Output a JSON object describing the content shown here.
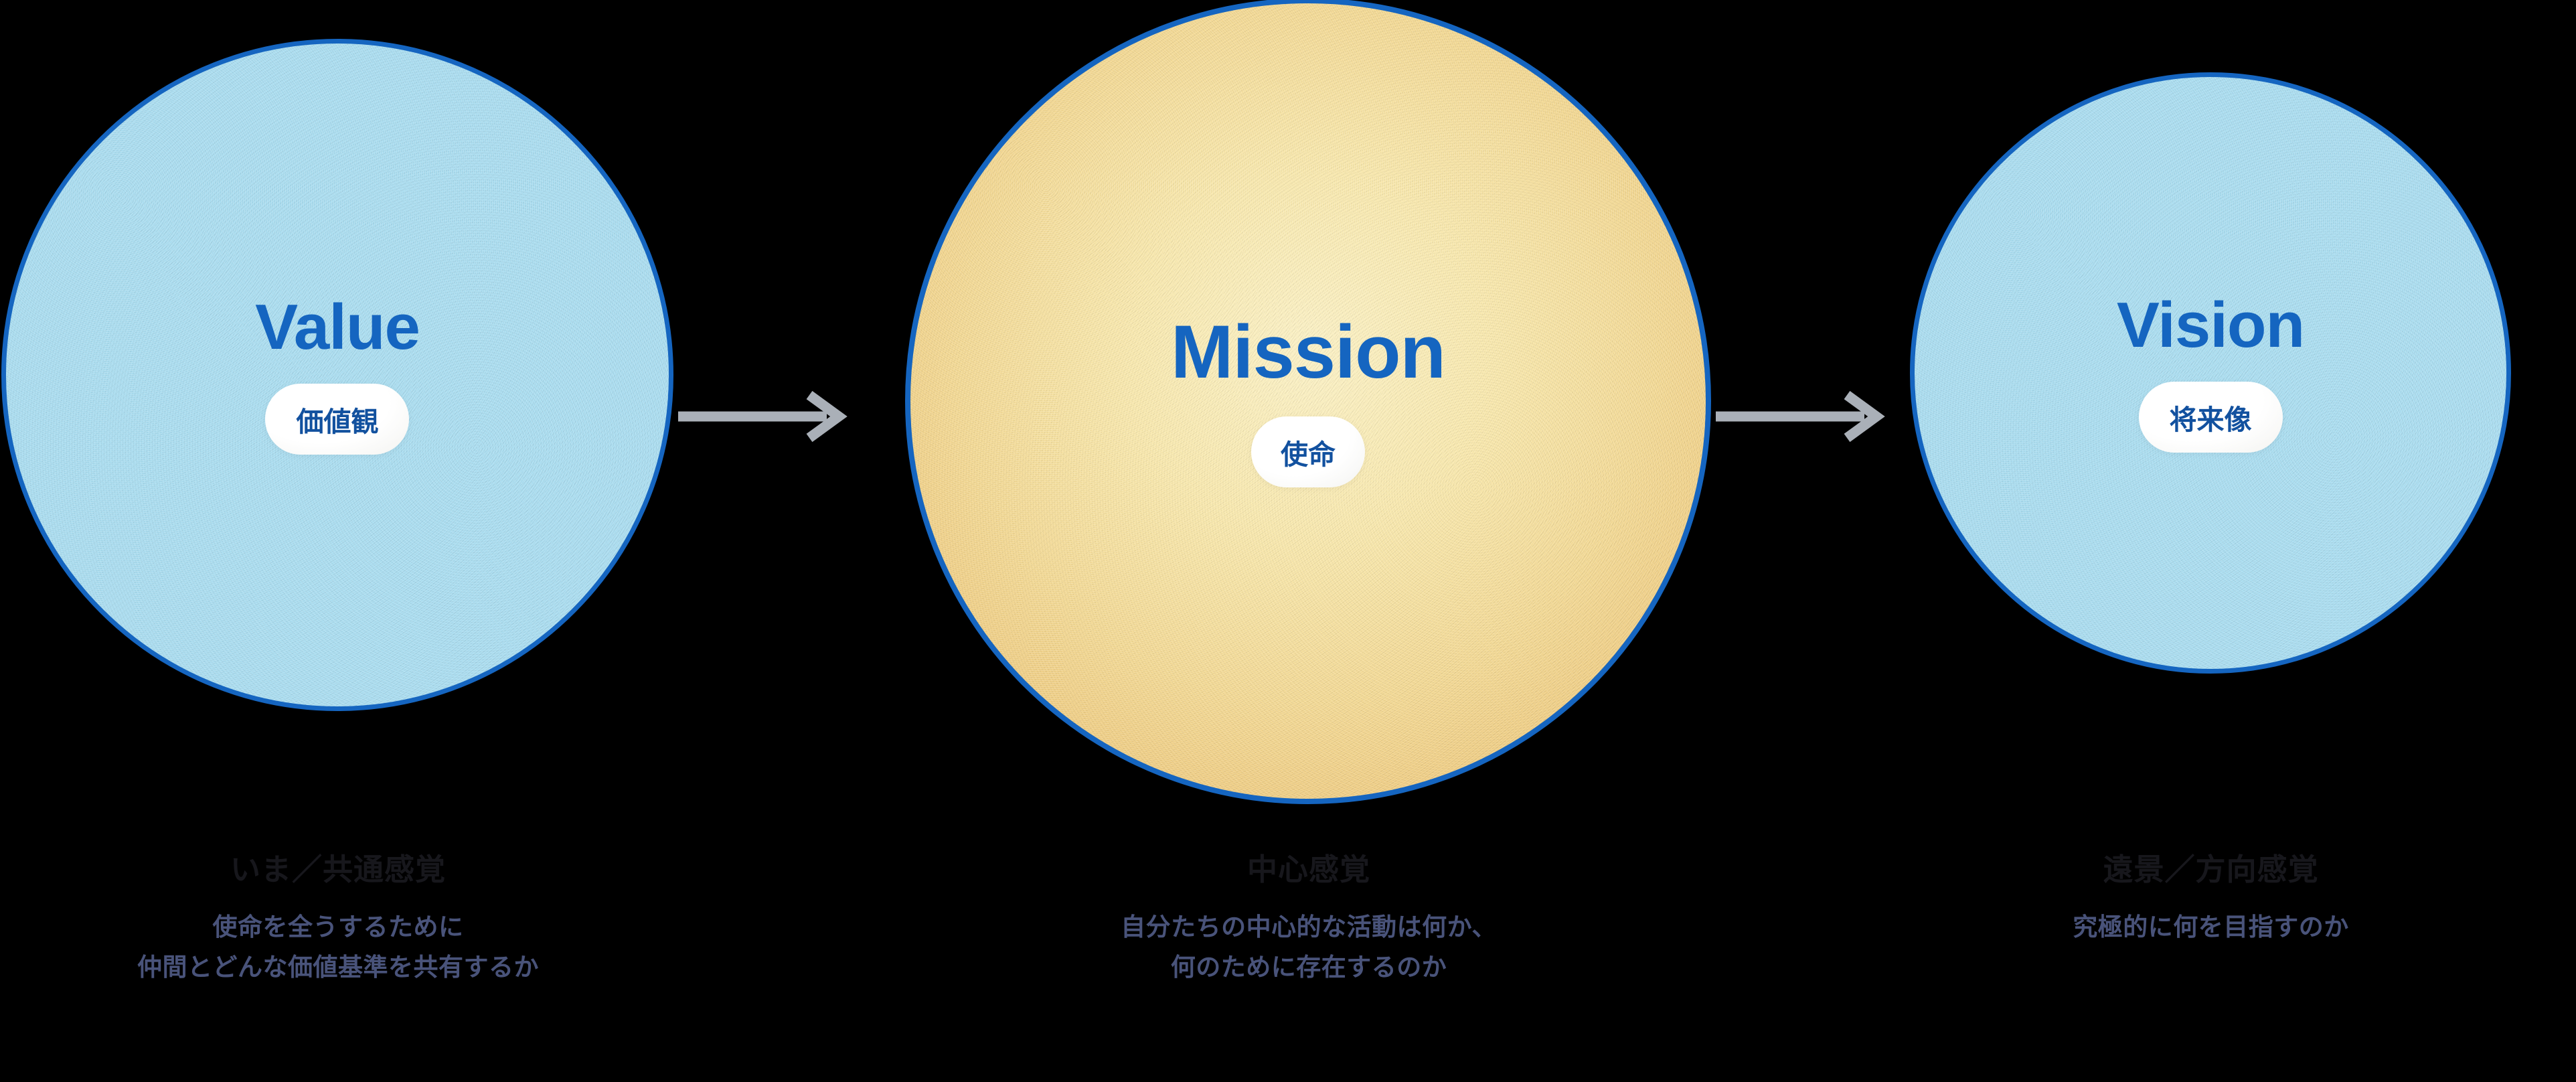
{
  "background_color": "#000000",
  "accent_blue": "#1565c0",
  "circle_blue_fill": "#a9dcef",
  "circle_yellow_fill": "#f2d893",
  "arrow_color": "#aab0b8",
  "heading_color": "#17171c",
  "body_color": "#49537a",
  "nodes": [
    {
      "id": "value",
      "title": "Value",
      "badge": "価値観",
      "caption_heading": "いま／共通感覚",
      "caption_lines": [
        "使命を全うするために",
        "仲間とどんな価値基準を共有するか"
      ]
    },
    {
      "id": "mission",
      "title": "Mission",
      "badge": "使命",
      "caption_heading": "中心感覚",
      "caption_lines": [
        "自分たちの中心的な活動は何か、",
        "何のために存在するのか"
      ]
    },
    {
      "id": "vision",
      "title": "Vision",
      "badge": "将来像",
      "caption_heading": "遠景／方向感覚",
      "caption_lines": [
        "究極的に何を目指すのか"
      ]
    }
  ],
  "arrows": [
    {
      "id": "arrow-value-to-mission",
      "icon": "arrow-right-icon"
    },
    {
      "id": "arrow-mission-to-vision",
      "icon": "arrow-right-icon"
    }
  ]
}
